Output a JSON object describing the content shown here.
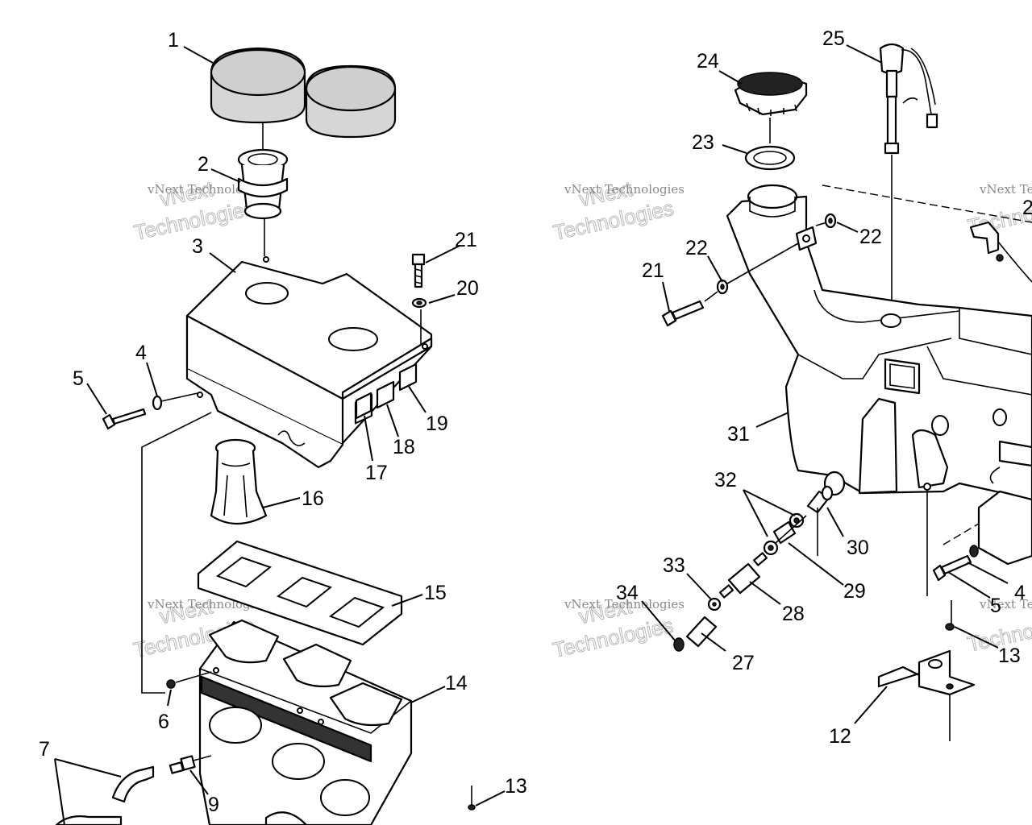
{
  "parts": [
    {
      "id": "p1",
      "number": "1"
    },
    {
      "id": "p2",
      "number": "2"
    },
    {
      "id": "p3",
      "number": "3"
    },
    {
      "id": "p4",
      "number": "4"
    },
    {
      "id": "p5",
      "number": "5"
    },
    {
      "id": "p6",
      "number": "6"
    },
    {
      "id": "p7",
      "number": "7"
    },
    {
      "id": "p9",
      "number": "9"
    },
    {
      "id": "p13a",
      "number": "13"
    },
    {
      "id": "p14",
      "number": "14"
    },
    {
      "id": "p15",
      "number": "15"
    },
    {
      "id": "p16",
      "number": "16"
    },
    {
      "id": "p17",
      "number": "17"
    },
    {
      "id": "p18",
      "number": "18"
    },
    {
      "id": "p19",
      "number": "19"
    },
    {
      "id": "p20",
      "number": "20"
    },
    {
      "id": "p21a",
      "number": "21"
    },
    {
      "id": "p21b",
      "number": "21"
    },
    {
      "id": "p22a",
      "number": "22"
    },
    {
      "id": "p22b",
      "number": "22"
    },
    {
      "id": "p23",
      "number": "23"
    },
    {
      "id": "p24",
      "number": "24"
    },
    {
      "id": "p25",
      "number": "25"
    },
    {
      "id": "p27",
      "number": "27"
    },
    {
      "id": "p28",
      "number": "28"
    },
    {
      "id": "p29",
      "number": "29"
    },
    {
      "id": "p30",
      "number": "30"
    },
    {
      "id": "p31",
      "number": "31"
    },
    {
      "id": "p32",
      "number": "32"
    },
    {
      "id": "p33",
      "number": "33"
    },
    {
      "id": "p34",
      "number": "34"
    },
    {
      "id": "p4b",
      "number": "4"
    },
    {
      "id": "p5b",
      "number": "5"
    },
    {
      "id": "p13b",
      "number": "13"
    },
    {
      "id": "p12",
      "number": "12"
    },
    {
      "id": "p2b",
      "number": "2"
    }
  ],
  "watermark": {
    "line1": "vNext Technologies",
    "line2": "Technologies",
    "line3": "vNext"
  }
}
